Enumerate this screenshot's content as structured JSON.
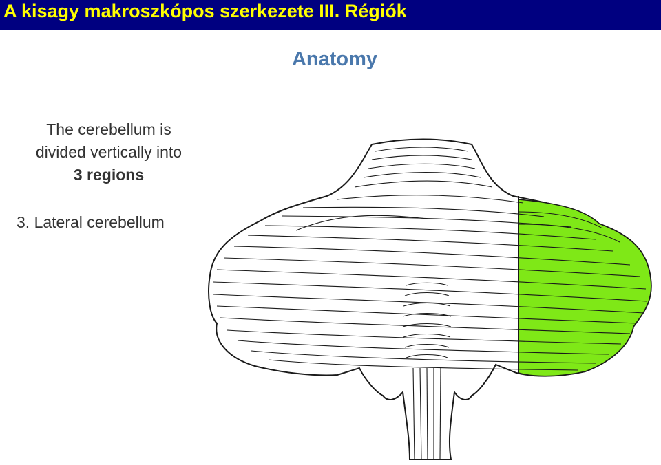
{
  "slide": {
    "title": "A kisagy makroszkópos szerkezete III. Régiók"
  },
  "figure": {
    "heading": "Anatomy",
    "description": [
      "The cerebellum is",
      "divided vertically into"
    ],
    "emphasis": "3 regions",
    "region_label": "3. Lateral cerebellum",
    "highlight_color": "#7fe817",
    "heading_color": "#4a78ac"
  }
}
